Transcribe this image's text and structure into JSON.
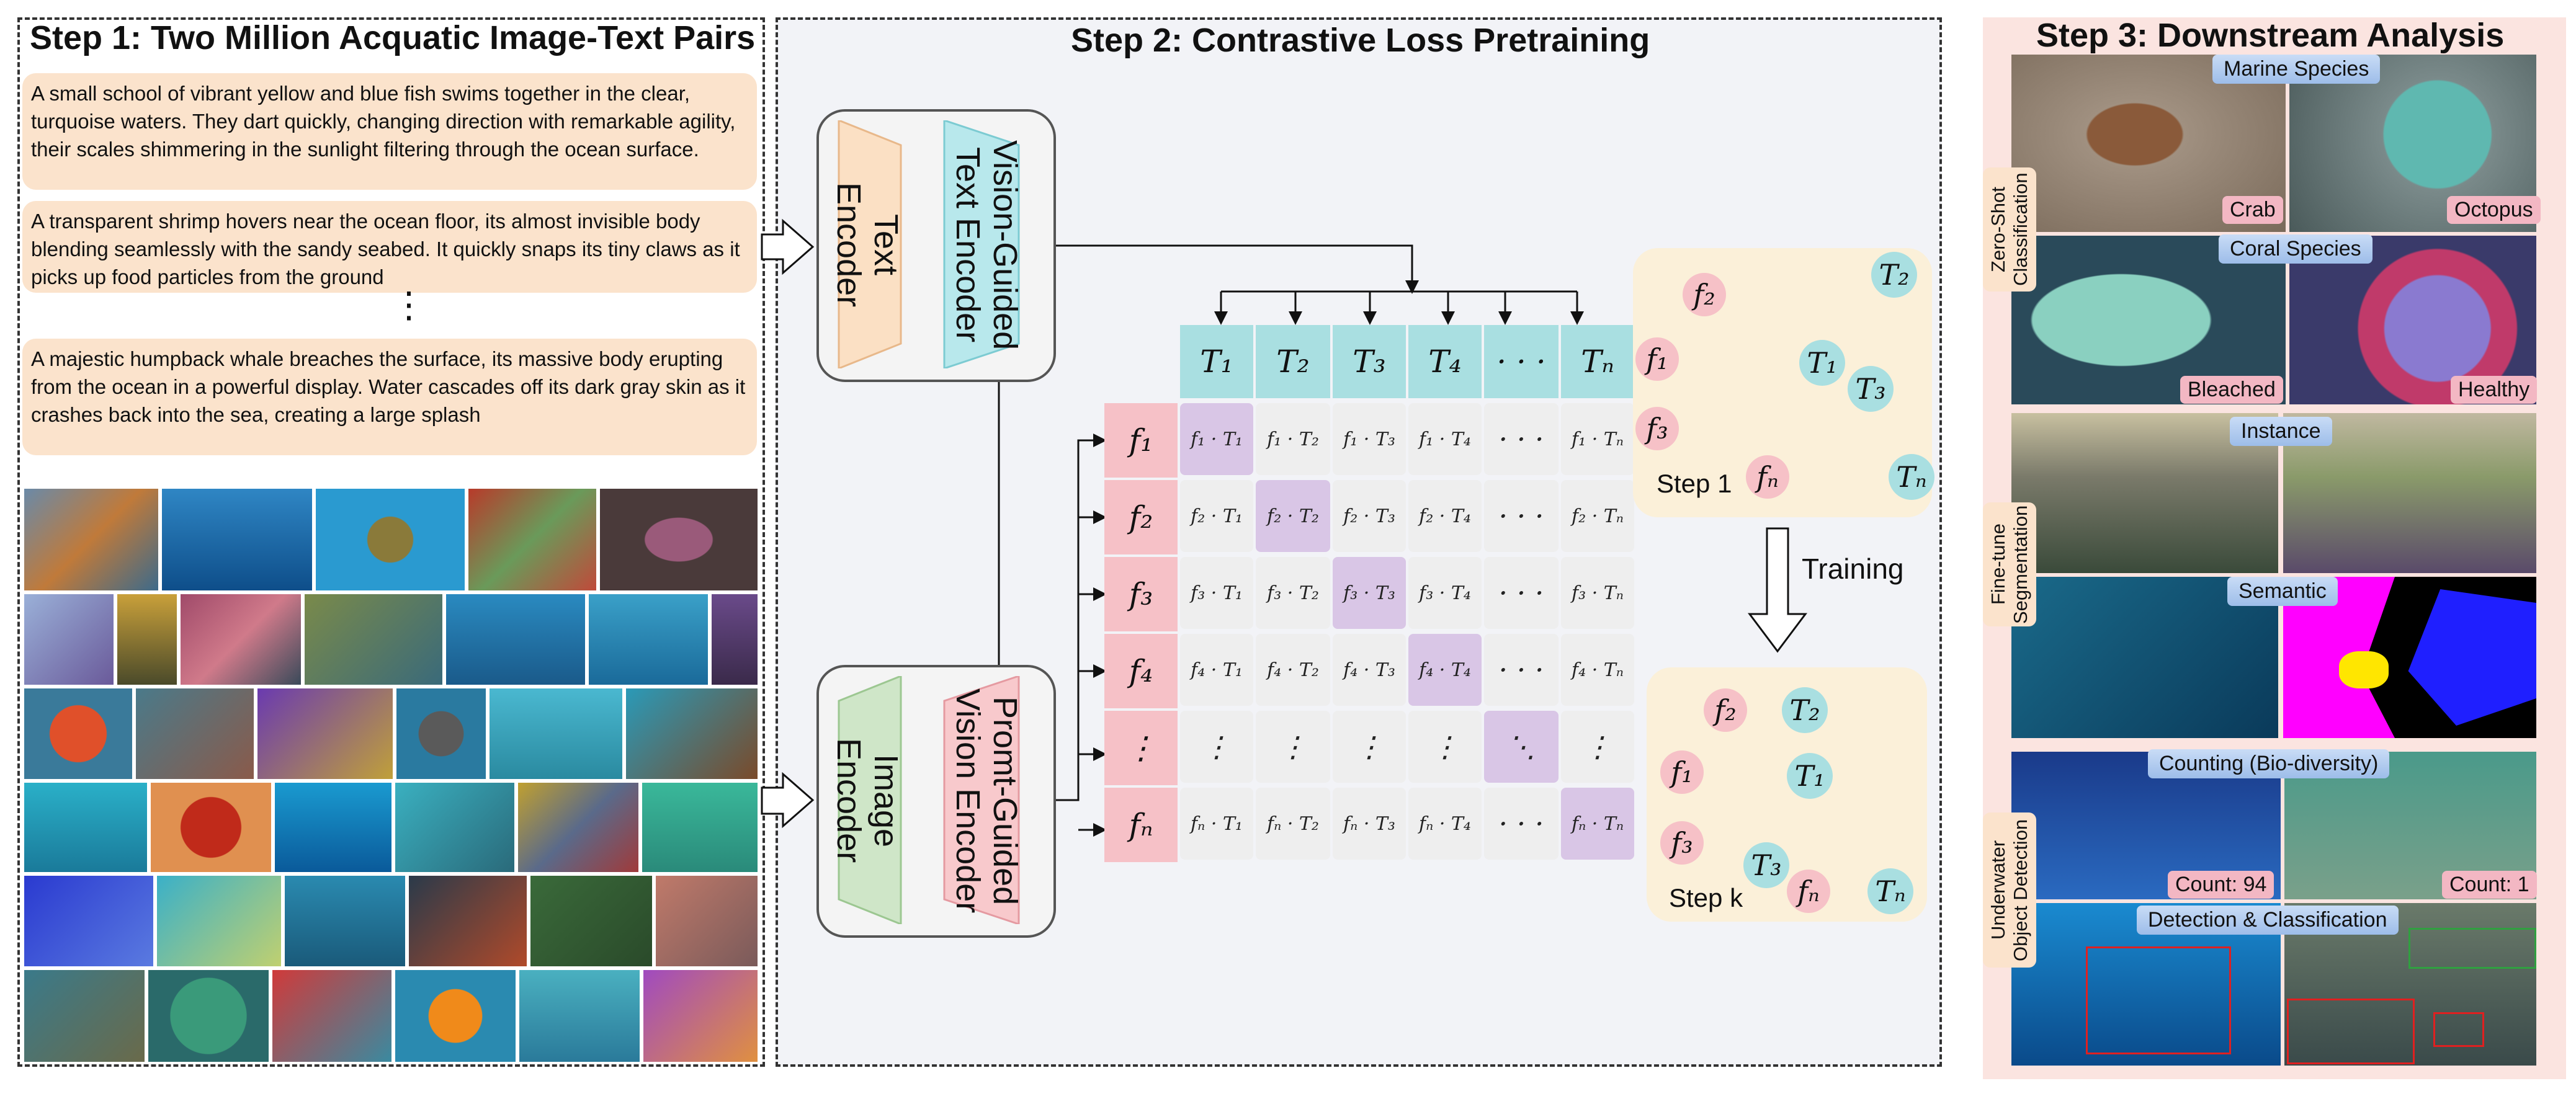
{
  "step1": {
    "title": "Step 1: Two Million Acquatic Image-Text Pairs",
    "captions": [
      "A small school of vibrant yellow and blue fish swims together in the clear, turquoise waters. They dart quickly, changing direction with remarkable agility, their scales shimmering in the sunlight filtering through the ocean surface.",
      "A transparent shrimp hovers near the ocean floor, its almost invisible body blending seamlessly with the sandy seabed. It quickly snaps its tiny claws as it picks up food particles from the ground",
      "A majestic humpback whale breaches the surface, its massive body erupting from the ocean in a powerful display. Water cascades off its dark gray skin as it crashes back into the sea, creating a large splash"
    ],
    "ellipsis": "⋮"
  },
  "step2": {
    "title": "Step 2: Contrastive Loss Pretraining",
    "text_encoder": "Text Encoder",
    "text_guided": "Vision-Guided Text Encoder",
    "image_encoder": "Image Encoder",
    "vision_guided": "Promt-Guided Vision Encoder",
    "col_headers": [
      "T₁",
      "T₂",
      "T₃",
      "T₄",
      "· · ·",
      "Tₙ"
    ],
    "row_headers": [
      "f₁",
      "f₂",
      "f₃",
      "f₄",
      "⋮",
      "fₙ"
    ],
    "matrix": [
      [
        "f₁ · T₁",
        "f₁ · T₂",
        "f₁ · T₃",
        "f₁ · T₄",
        "· · ·",
        "f₁ · Tₙ"
      ],
      [
        "f₂ · T₁",
        "f₂ · T₂",
        "f₂ · T₃",
        "f₂ · T₄",
        "· · ·",
        "f₂ · Tₙ"
      ],
      [
        "f₃ · T₁",
        "f₃ · T₂",
        "f₃ · T₃",
        "f₃ · T₄",
        "· · ·",
        "f₃ · Tₙ"
      ],
      [
        "f₄ · T₁",
        "f₄ · T₂",
        "f₄ · T₃",
        "f₄ · T₄",
        "· · ·",
        "f₄ · Tₙ"
      ],
      [
        "⋮",
        "⋮",
        "⋮",
        "⋮",
        "⋱",
        "⋮"
      ],
      [
        "fₙ · T₁",
        "fₙ · T₂",
        "fₙ · T₃",
        "fₙ · T₄",
        "· · ·",
        "fₙ · Tₙ"
      ]
    ],
    "step1_label": "Step 1",
    "stepk_label": "Step k",
    "training_label": "Training",
    "nodes_f": [
      "f₂",
      "f₁",
      "f₃",
      "fₙ"
    ],
    "nodes_t": [
      "T₂",
      "T₁",
      "T₃",
      "Tₙ"
    ]
  },
  "step3": {
    "title": "Step 3: Downstream Analysis",
    "side_tags": [
      "Zero-Shot Classification",
      "Fine-tune Segmentation",
      "Underwater Object Detection"
    ],
    "blue_labels": [
      "Marine Species",
      "Coral Species",
      "Instance",
      "Semantic",
      "Counting (Bio-diversity)",
      "Detection & Classification"
    ],
    "pink_labels": [
      "Crab",
      "Octopus",
      "Bleached",
      "Healthy",
      "Count: 94",
      "Count: 1"
    ]
  },
  "colors": {
    "caption_bg": "#fbe3cc",
    "t_blue": "#a9dfe1",
    "f_pink": "#f6c1c7",
    "diag_purple": "#d9c6e6",
    "cell_grey": "#eeeeee",
    "node_panel": "#fbf0d9",
    "step3_bg": "#fbe4e0"
  }
}
